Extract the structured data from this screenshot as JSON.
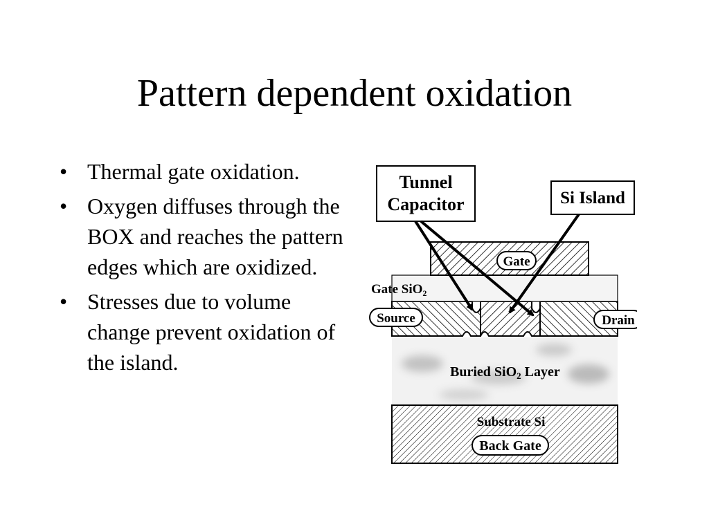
{
  "title": "Pattern dependent oxidation",
  "bullets": [
    "Thermal gate oxidation.",
    "Oxygen diffuses through the BOX and reaches the pattern edges which are oxidized.",
    "Stresses due to volume change prevent oxidation of the island."
  ],
  "bullet_glyph": "•",
  "diagram": {
    "callout_tunnel_line1": "Tunnel",
    "callout_tunnel_line2": "Capacitor",
    "callout_island": "Si Island",
    "label_gate": "Gate",
    "label_gate_sio2": "Gate SiO",
    "label_gate_sio2_sub": "2",
    "label_source": "Source",
    "label_drain": "Drain",
    "label_buried": "Buried SiO",
    "label_buried_sub": "2",
    "label_buried_suffix": " Layer",
    "label_substrate": "Substrate Si",
    "label_back_gate": "Back Gate"
  }
}
